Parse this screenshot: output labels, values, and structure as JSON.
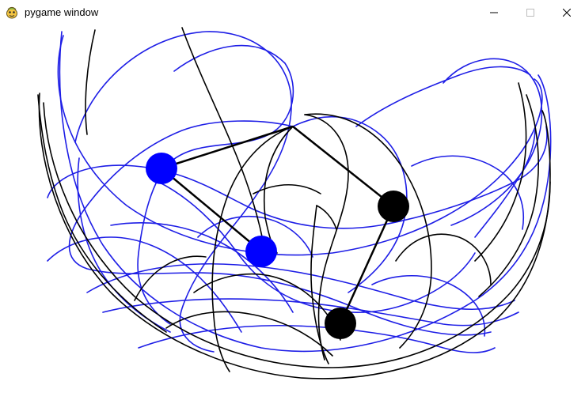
{
  "window": {
    "title": "pygame window",
    "icon": "snake-icon",
    "controls": [
      {
        "name": "minimize-button",
        "icon": "minimize-icon"
      },
      {
        "name": "maximize-button",
        "icon": "maximize-icon"
      },
      {
        "name": "close-button",
        "icon": "close-icon"
      }
    ]
  },
  "colors": {
    "background": "#ffffff",
    "pendulum_a_trail": "#1e1ee6",
    "pendulum_a_bob": "#0000ff",
    "pendulum_b_trail": "#000000",
    "pendulum_b_bob": "#000000",
    "rod": "#000000"
  }
}
